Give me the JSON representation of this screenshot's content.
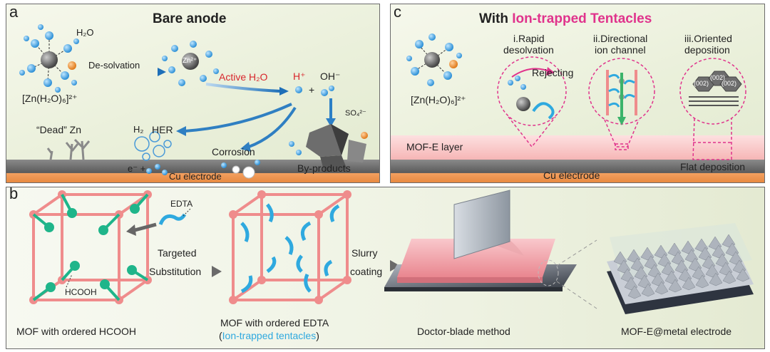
{
  "panel_a": {
    "letter": "a",
    "title": "Bare anode",
    "h2o": "H₂O",
    "complex": "[Zn(H₂O)₆]²⁺",
    "desolvation": "De-solvation",
    "zn2": "Zn²⁺",
    "active_h2o": "Active H₂O",
    "h_plus": "H⁺",
    "plus": "+",
    "oh_minus": "OH⁻",
    "so4": "SO₄²⁻",
    "dead_zn": "“Dead” Zn",
    "h2": "H₂",
    "her": "HER",
    "corrosion": "Corrosion",
    "electron": "e⁻ +",
    "cu_electrode": "Cu electrode",
    "byproducts": "By-products"
  },
  "panel_c": {
    "letter": "c",
    "title_prefix": "With ",
    "title_highlight": "Ion-trapped Tentacles",
    "complex": "[Zn(H₂O)₆]²⁺",
    "step1_l1": "i.Rapid",
    "step1_l2": "desolvation",
    "step2_l1": "ii.Directional",
    "step2_l2": "ion channel",
    "step3_l1": "iii.Oriented",
    "step3_l2": "deposition",
    "rejecting": "Rejecting",
    "facet": "(002)",
    "mof_layer": "MOF-E layer",
    "cu_electrode": "Cu electrode",
    "flat_deposition": "Flat deposition"
  },
  "panel_b": {
    "letter": "b",
    "edta": "EDTA",
    "hcooh": "HCOOH",
    "targeted": "Targeted",
    "substitution": "Substitution",
    "slurry": "Slurry",
    "coating": "coating",
    "cap1": "MOF with ordered HCOOH",
    "cap2_l1": "MOF with ordered EDTA",
    "cap2_open": "(",
    "cap2_l2": "Ion-trapped tentacles",
    "cap2_close": ")",
    "cap3": "Doctor-blade method",
    "cap4": "MOF-E@metal electrode"
  },
  "colors": {
    "frame_pink": "#ef8c8c",
    "hcooh_green": "#1fb58a",
    "edta_blue": "#2fa9df",
    "title_pink": "#e0338c",
    "active_red": "#d8262c",
    "cu_orange": "#f39a4a"
  }
}
